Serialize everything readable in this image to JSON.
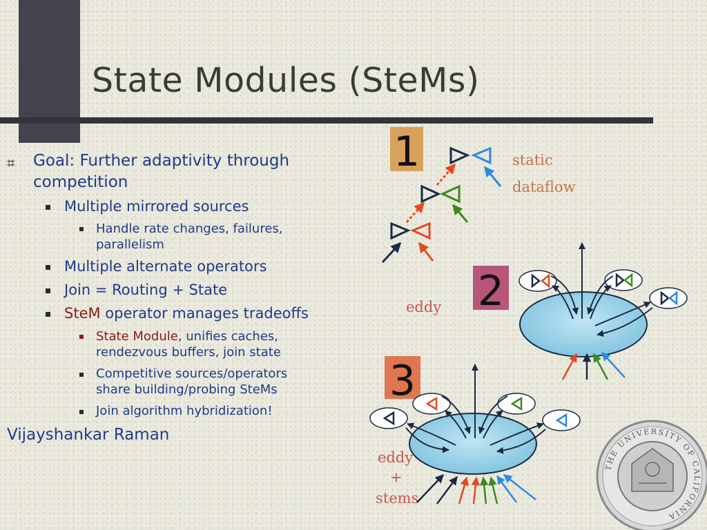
{
  "slide": {
    "title": "State Modules (SteMs)",
    "bullets": {
      "b1": "Goal: Further adaptivity through",
      "b1_cont": "competition",
      "b1_1": "Multiple mirrored sources",
      "b1_1_1": "Handle rate changes, failures,",
      "b1_1_1_cont": "parallelism",
      "b1_2": "Multiple alternate operators",
      "b1_3": "Join = Routing + State",
      "b1_4_red": "SteM",
      "b1_4_rest": " operator manages tradeoffs",
      "b1_4_1_red": "State Module",
      "b1_4_1_rest": ", unifies caches,",
      "b1_4_1_cont": "rendezvous buffers, join state",
      "b1_4_2": "Competitive sources/operators",
      "b1_4_2_cont": "share building/probing SteMs",
      "b1_4_3": "Join algorithm hybridization!"
    },
    "author": "Vijayshankar Raman"
  },
  "diagram": {
    "label_static": "static",
    "label_dataflow": "dataflow",
    "label_eddy": "eddy",
    "label_eddy2": "eddy",
    "label_plus": "+",
    "label_stems": "stems",
    "badge1": "1",
    "badge2": "2",
    "badge3": "3",
    "badge_colors": [
      "#d9a15c",
      "#b8557a",
      "#e0764f"
    ]
  },
  "seal": {
    "text": "THE UNIVERSITY OF CALIFORNIA"
  }
}
